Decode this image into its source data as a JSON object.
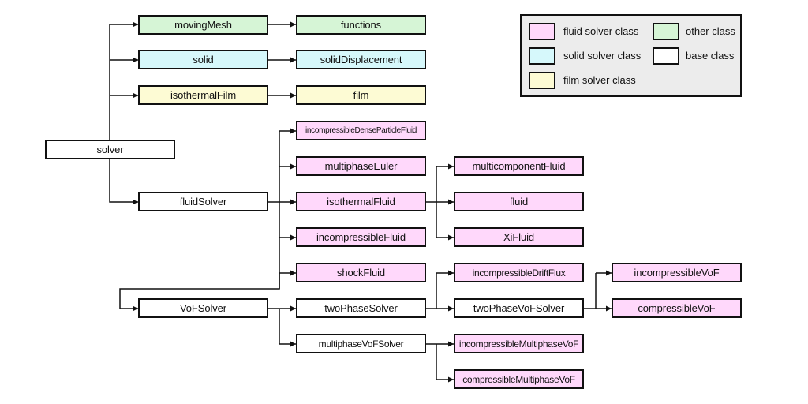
{
  "colors": {
    "base": "#ffffff",
    "fluid": "#ffd8fb",
    "solid": "#d6f8fb",
    "film": "#fdfbd4",
    "other": "#d6f5d6",
    "line": "#111111"
  },
  "nodes": {
    "solver": "solver",
    "movingMesh": "movingMesh",
    "functions": "functions",
    "solid": "solid",
    "solidDisplacement": "solidDisplacement",
    "isothermalFilm": "isothermalFilm",
    "film": "film",
    "incompressibleDenseParticleFluid": "incompressibleDenseParticleFluid",
    "multiphaseEuler": "multiphaseEuler",
    "fluidSolver": "fluidSolver",
    "isothermalFluid": "isothermalFluid",
    "multicomponentFluid": "multicomponentFluid",
    "fluid": "fluid",
    "XiFluid": "XiFluid",
    "incompressibleFluid": "incompressibleFluid",
    "shockFluid": "shockFluid",
    "VoFSolver": "VoFSolver",
    "twoPhaseSolver": "twoPhaseSolver",
    "incompressibleDriftFlux": "incompressibleDriftFlux",
    "twoPhaseVoFSolver": "twoPhaseVoFSolver",
    "incompressibleVoF": "incompressibleVoF",
    "compressibleVoF": "compressibleVoF",
    "multiphaseVoFSolver": "multiphaseVoFSolver",
    "incompressibleMultiphaseVoF": "incompressibleMultiphaseVoF",
    "compressibleMultiphaseVoF": "compressibleMultiphaseVoF"
  },
  "legend": {
    "fluid": "fluid solver class",
    "solid": "solid solver class",
    "film": "film solver class",
    "other": "other class",
    "base": "base class"
  }
}
